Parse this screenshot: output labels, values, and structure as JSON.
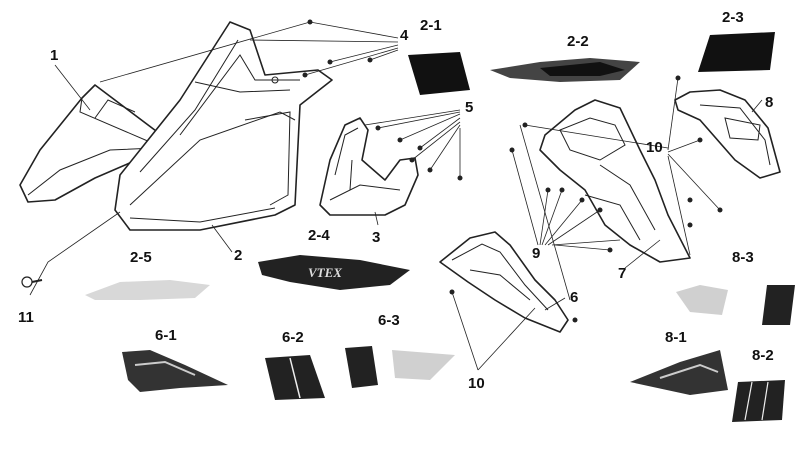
{
  "diagram": {
    "labels": {
      "l1": "1",
      "l2": "2",
      "l2_1": "2-1",
      "l2_2": "2-2",
      "l2_3": "2-3",
      "l2_4": "2-4",
      "l2_5": "2-5",
      "l3": "3",
      "l4": "4",
      "l5": "5",
      "l6": "6",
      "l6_1": "6-1",
      "l6_2": "6-2",
      "l6_3": "6-3",
      "l7": "7",
      "l8": "8",
      "l8_1": "8-1",
      "l8_2": "8-2",
      "l8_3": "8-3",
      "l9": "9",
      "l10a": "10",
      "l10b": "10",
      "l11": "11"
    },
    "decal_text": "VTEX"
  }
}
